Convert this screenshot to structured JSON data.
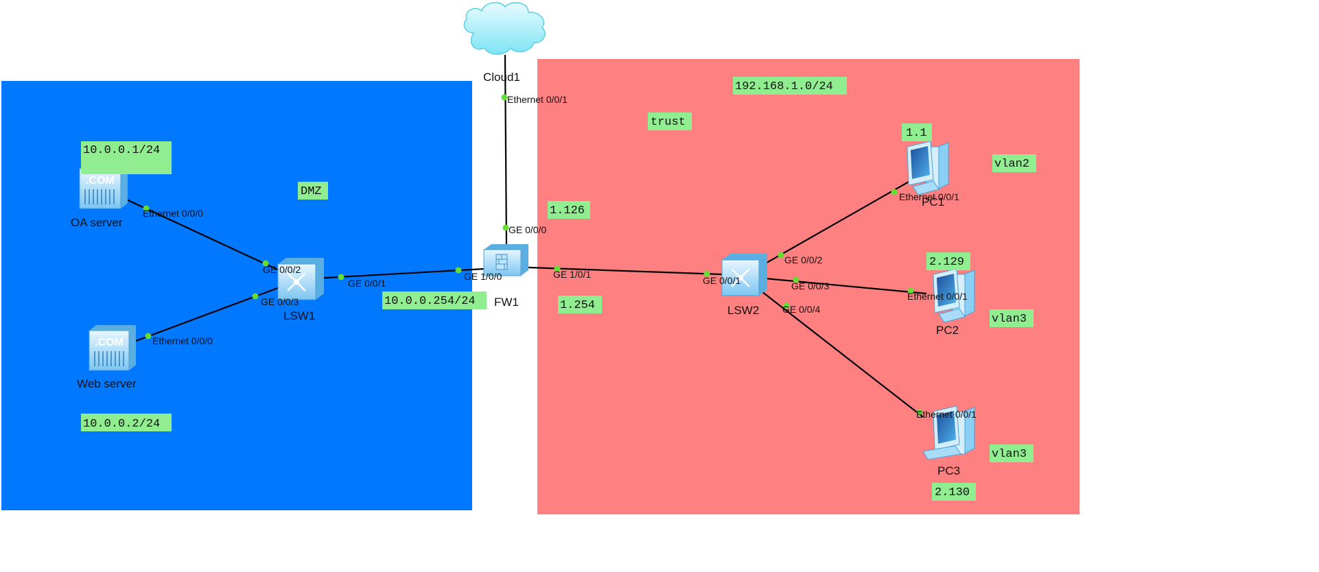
{
  "zones": {
    "dmz": {
      "color": "#0078ff"
    },
    "trust": {
      "color": "#ff8080"
    }
  },
  "devices": {
    "cloud1": {
      "label": "Cloud1",
      "icon": "cloud-icon"
    },
    "fw1": {
      "label": "FW1",
      "icon": "firewall-icon"
    },
    "lsw1": {
      "label": "LSW1",
      "icon": "switch-icon"
    },
    "lsw2": {
      "label": "LSW2",
      "icon": "switch-icon"
    },
    "oa_server": {
      "label": "OA server",
      "icon": "web-server-icon"
    },
    "web_server": {
      "label": "Web server",
      "icon": "web-server-icon"
    },
    "pc1": {
      "label": "PC1",
      "icon": "pc-icon"
    },
    "pc2": {
      "label": "PC2",
      "icon": "pc-icon"
    },
    "pc3": {
      "label": "PC3",
      "icon": "pc-icon"
    }
  },
  "ports": {
    "cloud_eth": "Ethernet 0/0/1",
    "fw_ge000": "GE 0/0/0",
    "fw_ge100": "GE 1/0/0",
    "fw_ge101": "GE 1/0/1",
    "oa_eth": "Ethernet 0/0/0",
    "web_eth": "Ethernet 0/0/0",
    "lsw1_ge002": "GE 0/0/2",
    "lsw1_ge003": "GE 0/0/3",
    "lsw1_ge001": "GE 0/0/1",
    "lsw2_ge001": "GE 0/0/1",
    "lsw2_ge002": "GE 0/0/2",
    "lsw2_ge003": "GE 0/0/3",
    "lsw2_ge004": "GE 0/0/4",
    "pc1_eth": "Ethernet 0/0/1",
    "pc2_eth": "Ethernet 0/0/1",
    "pc3_eth": "Ethernet 0/0/1"
  },
  "notes": {
    "oa_ip": "10.0.0.1/24",
    "web_ip": "10.0.0.2/24",
    "dmz": "DMZ",
    "fw_dmz_ip": "10.0.0.254/24",
    "fw_cloud_ip": "1.126",
    "fw_trust_ip": "1.254",
    "trust_net": "192.168.1.0/24",
    "trust": "trust",
    "pc1_ip": "1.1",
    "pc1_vlan": "vlan2",
    "pc2_ip": "2.129",
    "pc2_vlan": "vlan3",
    "pc3_ip": "2.130",
    "pc3_vlan": "vlan3"
  }
}
